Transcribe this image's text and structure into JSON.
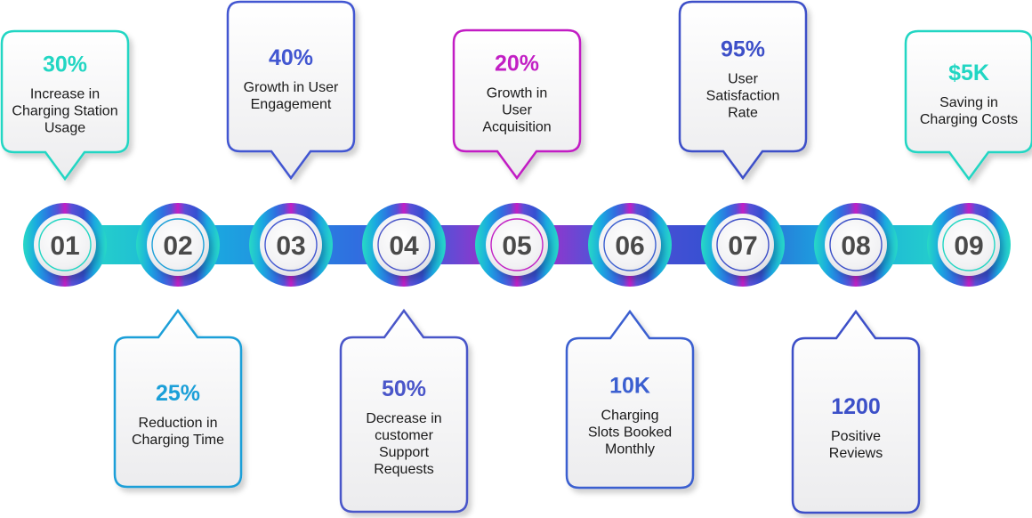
{
  "steps": [
    {
      "number": "01",
      "value": "30%",
      "lines": [
        "Increase in",
        "Charging Station",
        "Usage"
      ],
      "color": "#22d6c3"
    },
    {
      "number": "02",
      "value": "25%",
      "lines": [
        "Reduction in",
        "Charging Time"
      ],
      "color": "#1b9fd8"
    },
    {
      "number": "03",
      "value": "40%",
      "lines": [
        "Growth in User",
        "Engagement"
      ],
      "color": "#4257d1"
    },
    {
      "number": "04",
      "value": "50%",
      "lines": [
        "Decrease in",
        "customer",
        "Support",
        "Requests"
      ],
      "color": "#4a56c9"
    },
    {
      "number": "05",
      "value": "20%",
      "lines": [
        "Growth in",
        "User",
        "Acquisition"
      ],
      "color": "#c21fc4"
    },
    {
      "number": "06",
      "value": "10K",
      "lines": [
        "Charging",
        "Slots Booked",
        "Monthly"
      ],
      "color": "#3b5fd0"
    },
    {
      "number": "07",
      "value": "95%",
      "lines": [
        "User",
        "Satisfaction",
        "Rate"
      ],
      "color": "#3d4fc8"
    },
    {
      "number": "08",
      "value": "1200",
      "lines": [
        "Positive",
        "Reviews"
      ],
      "color": "#3c50c8"
    },
    {
      "number": "09",
      "value": "$5K",
      "lines": [
        "Saving in",
        "Charging Costs"
      ],
      "color": "#22d6c3"
    }
  ]
}
